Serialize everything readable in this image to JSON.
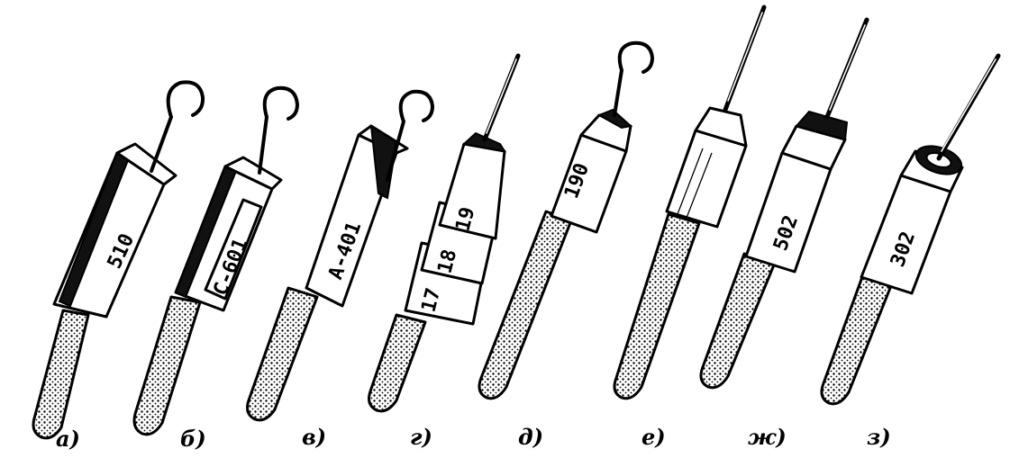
{
  "variants": [
    {
      "caption": "а)",
      "tags": [
        "510"
      ]
    },
    {
      "caption": "б)",
      "tags": [
        "С-601"
      ]
    },
    {
      "caption": "в)",
      "tags": [
        "А-401"
      ]
    },
    {
      "caption": "г)",
      "tags": [
        "19",
        "18",
        "17"
      ]
    },
    {
      "caption": "д)",
      "tags": [
        "190"
      ]
    },
    {
      "caption": "е)",
      "tags": []
    },
    {
      "caption": "ж)",
      "tags": [
        "502"
      ]
    },
    {
      "caption": "з)",
      "tags": [
        "302"
      ]
    }
  ]
}
